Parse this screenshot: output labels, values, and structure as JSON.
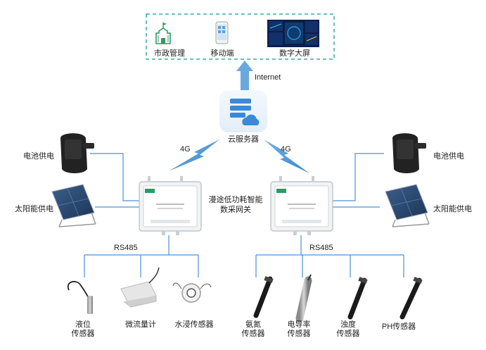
{
  "top_apps": {
    "municipal": "市政管理",
    "mobile": "移动端",
    "big_screen": "数字大屏"
  },
  "links": {
    "internet": "Internet",
    "cellular_left": "4G",
    "cellular_right": "4G",
    "bus_left": "RS485",
    "bus_right": "RS485"
  },
  "cloud": {
    "label": "云服务器"
  },
  "gateway": {
    "caption_line1": "漫途低功耗智能",
    "caption_line2": "数采网关"
  },
  "power": {
    "battery_left": "电池供电",
    "solar_left": "太阳能供电",
    "battery_right": "电池供电",
    "solar_right": "太阳能供电"
  },
  "sensors_left": [
    {
      "line1": "液位",
      "line2": "传感器"
    },
    {
      "line1": "微流量计",
      "line2": ""
    },
    {
      "line1": "水浸传感器",
      "line2": ""
    }
  ],
  "sensors_right": [
    {
      "line1": "氨氮",
      "line2": "传感器"
    },
    {
      "line1": "电导率",
      "line2": "传感器"
    },
    {
      "line1": "浊度",
      "line2": "传感器"
    },
    {
      "line1": "PH传感器",
      "line2": ""
    }
  ],
  "colors": {
    "line": "#4a90d9",
    "dashed_box": "#3aa9b0",
    "arrow": "#6aa8e0"
  }
}
